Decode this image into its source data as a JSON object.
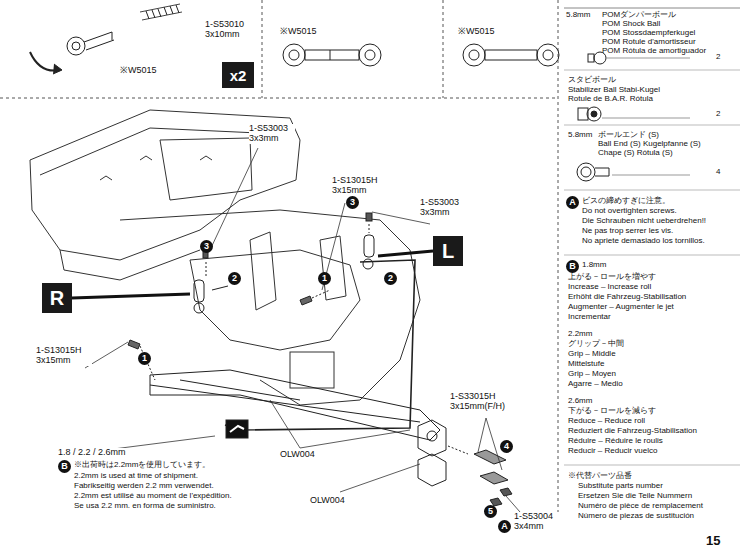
{
  "diagram": {
    "nodes": [
      {
        "text": [
          "x2"
        ]
      },
      {
        "text": [
          "R"
        ]
      },
      {
        "text": [
          "L"
        ]
      }
    ],
    "labels": [
      "1-S53010 3x10mm",
      "※W5015",
      "※W5015",
      "※W5015",
      "5.8mm",
      "POMダンパーボール",
      "POM Shock Ball",
      "POM Stossdaempferkugel",
      "POM Rotule d'amortisseur",
      "POM Rótula de amortiguador",
      "2",
      "スタビボール",
      "Stabilizer Ball Stabi-Kugel",
      "Rotule de B.A.R. Rótula",
      "2",
      "5.8mm",
      "ボールエンド (S)",
      "Ball End (S) Kugelpfanne (S)",
      "Chape (S) Rótula (S)",
      "4",
      "A",
      "ビスの締めすぎに注意。",
      "Do not overtighten screws.",
      "Die Schrauben nicht ueberdrehen!!",
      "Ne pas trop serrer les vis.",
      "No apriete demasiado los tornillos.",
      "B",
      "1.8mm",
      "上がる－ロールを増やす",
      "Increase – Increase roll",
      "Erhöht die Fahrzeug-Stabilisation",
      "Augmenter – Augmenter le jet",
      "Incrementar",
      "2.2mm",
      "グリップ－中間",
      "Grip – Middle",
      "Mittelstufe",
      "Grip – Moyen",
      "Agarre – Medio",
      "2.6mm",
      "下がる－ロールを減らす",
      "Reduce – Reduce roll",
      "Reduziert die Fahrzeug-Stabilisation",
      "Réduire – Réduire le roulis",
      "Reducir – Reducir vuelco",
      "※代替パーツ品番",
      "Substitute parts number",
      "Ersetzen Sie die Teile Nummern",
      "Numéro de pièce de remplacement",
      "Número de piezas de sustitución",
      "15",
      "1-S53003 3x3mm",
      "1-S13015H 3x15mm",
      "1-S53003 3x3mm",
      "1-S13015H 3x15mm",
      "3",
      "2",
      "3",
      "2",
      "1",
      "1",
      "1.8 / 2.2 / 2.6mm",
      "B",
      "※出荷時は2.2mmを使用しています。",
      "2.2mm is used at time of shipment.",
      "Fabrikseitig werden 2.2 mm verwendet.",
      "2.2mm est utilisé au moment de l'expédition.",
      "Se usa 2.2 mm. en forma de suministro.",
      "OLW004",
      "OLW004",
      "1-S33015H 3x15mm(F/H)",
      "4",
      "5",
      "A",
      "1-S53004 3x4mm"
    ]
  }
}
